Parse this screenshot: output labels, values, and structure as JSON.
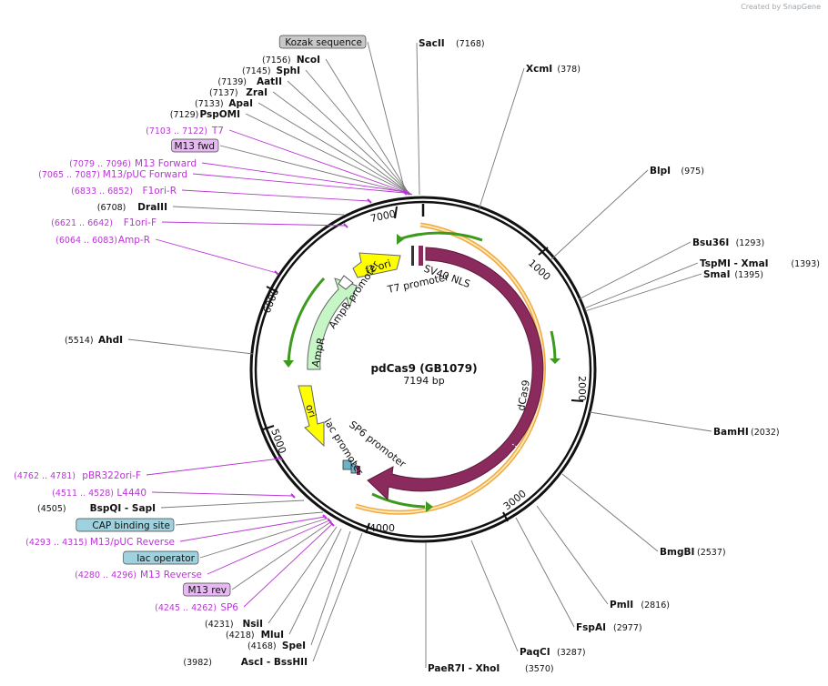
{
  "header": {
    "created_by": "Created by",
    "brand": "SnapGene"
  },
  "plasmid": {
    "name": "pdCas9 (GB1079)",
    "length_text": "7194 bp",
    "length_bp": 7194
  },
  "colors": {
    "backbone": "#111111",
    "dcas9": "#8b2a5c",
    "amp": "#c6f5c6",
    "ori": "#ffff00",
    "f1ori": "#ffff00",
    "primer": "#b936d6",
    "feature_green": "#3c9a1e",
    "orf_orange": "#f2a93b",
    "orf_light": "#fbe7b8",
    "site_text": "#111111",
    "site_num": "#111111",
    "line": "#777777"
  },
  "ticks": [
    "1000",
    "2000",
    "3000",
    "4000",
    "5000",
    "6000",
    "7000"
  ],
  "features": [
    {
      "label": "dCas9",
      "type": "cds"
    },
    {
      "label": "AmpR",
      "type": "cds"
    },
    {
      "label": "AmpR promoter",
      "type": "promoter"
    },
    {
      "label": "ori",
      "type": "rep_origin"
    },
    {
      "label": "f1 ori",
      "type": "rep_origin"
    },
    {
      "label": "SV40 NLS",
      "type": "misc"
    },
    {
      "label": "T7 promoter",
      "type": "promoter"
    },
    {
      "label": "lac promoter",
      "type": "promoter"
    },
    {
      "label": "SP6 promoter",
      "type": "promoter"
    }
  ],
  "labels_left": [
    {
      "num": "",
      "name": "Kozak sequence",
      "kind": "box-gray"
    },
    {
      "num": "(7156)",
      "name": "NcoI",
      "kind": "site"
    },
    {
      "num": "(7145)",
      "name": "SphI",
      "kind": "site"
    },
    {
      "num": "(7139)",
      "name": "AatII",
      "kind": "site"
    },
    {
      "num": "(7137)",
      "name": "ZraI",
      "kind": "site"
    },
    {
      "num": "(7133)",
      "name": "ApaI",
      "kind": "site"
    },
    {
      "num": "(7129)",
      "name": "PspOMI",
      "kind": "site"
    },
    {
      "num": "(7103 .. 7122)",
      "name": "T7",
      "kind": "primer"
    },
    {
      "num": "",
      "name": "M13 fwd",
      "kind": "box-purple"
    },
    {
      "num": "(7079 .. 7096)",
      "name": "M13 Forward",
      "kind": "primer"
    },
    {
      "num": "(7065 .. 7087)",
      "name": "M13/pUC Forward",
      "kind": "primer"
    },
    {
      "num": "(6833 .. 6852)",
      "name": "F1ori-R",
      "kind": "primer"
    },
    {
      "num": "(6708)",
      "name": "DraIII",
      "kind": "site"
    },
    {
      "num": "(6621 .. 6642)",
      "name": "F1ori-F",
      "kind": "primer"
    },
    {
      "num": "(6064 .. 6083)",
      "name": "Amp-R",
      "kind": "primer"
    },
    {
      "num": "(5514)",
      "name": "AhdI",
      "kind": "site"
    },
    {
      "num": "(4762 .. 4781)",
      "name": "pBR322ori-F",
      "kind": "primer"
    },
    {
      "num": "(4511 .. 4528)",
      "name": "L4440",
      "kind": "primer"
    },
    {
      "num": "(4505)",
      "name": "BspQI   - SapI",
      "kind": "site"
    },
    {
      "num": "",
      "name": "CAP binding site",
      "kind": "box-teal"
    },
    {
      "num": "(4293 .. 4315)",
      "name": "M13/pUC Reverse",
      "kind": "primer"
    },
    {
      "num": "",
      "name": "lac operator",
      "kind": "box-teal"
    },
    {
      "num": "(4280 .. 4296)",
      "name": "M13 Reverse",
      "kind": "primer"
    },
    {
      "num": "",
      "name": "M13 rev",
      "kind": "box-purple"
    },
    {
      "num": "(4245 .. 4262)",
      "name": "SP6",
      "kind": "primer"
    },
    {
      "num": "(4231)",
      "name": "NsiI",
      "kind": "site"
    },
    {
      "num": "(4218)",
      "name": "MluI",
      "kind": "site"
    },
    {
      "num": "(4168)",
      "name": "SpeI",
      "kind": "site"
    },
    {
      "num": "(3982)",
      "name": "AscI   - BssHII",
      "kind": "site"
    }
  ],
  "labels_right": [
    {
      "name": "SacII",
      "num": "(7168)"
    },
    {
      "name": "XcmI",
      "num": "(378)"
    },
    {
      "name": "BlpI",
      "num": "(975)"
    },
    {
      "name": "Bsu36I",
      "num": "(1293)"
    },
    {
      "name": "TspMI   - XmaI",
      "num": "(1393)"
    },
    {
      "name": "SmaI",
      "num": "(1395)"
    },
    {
      "name": "BamHI",
      "num": "(2032)"
    },
    {
      "name": "BmgBI",
      "num": "(2537)"
    },
    {
      "name": "PmlI",
      "num": "(2816)"
    },
    {
      "name": "FspAI",
      "num": "(2977)"
    },
    {
      "name": "PaqCI",
      "num": "(3287)"
    },
    {
      "name": "PaeR7I   - XhoI",
      "num": "(3570)"
    }
  ]
}
